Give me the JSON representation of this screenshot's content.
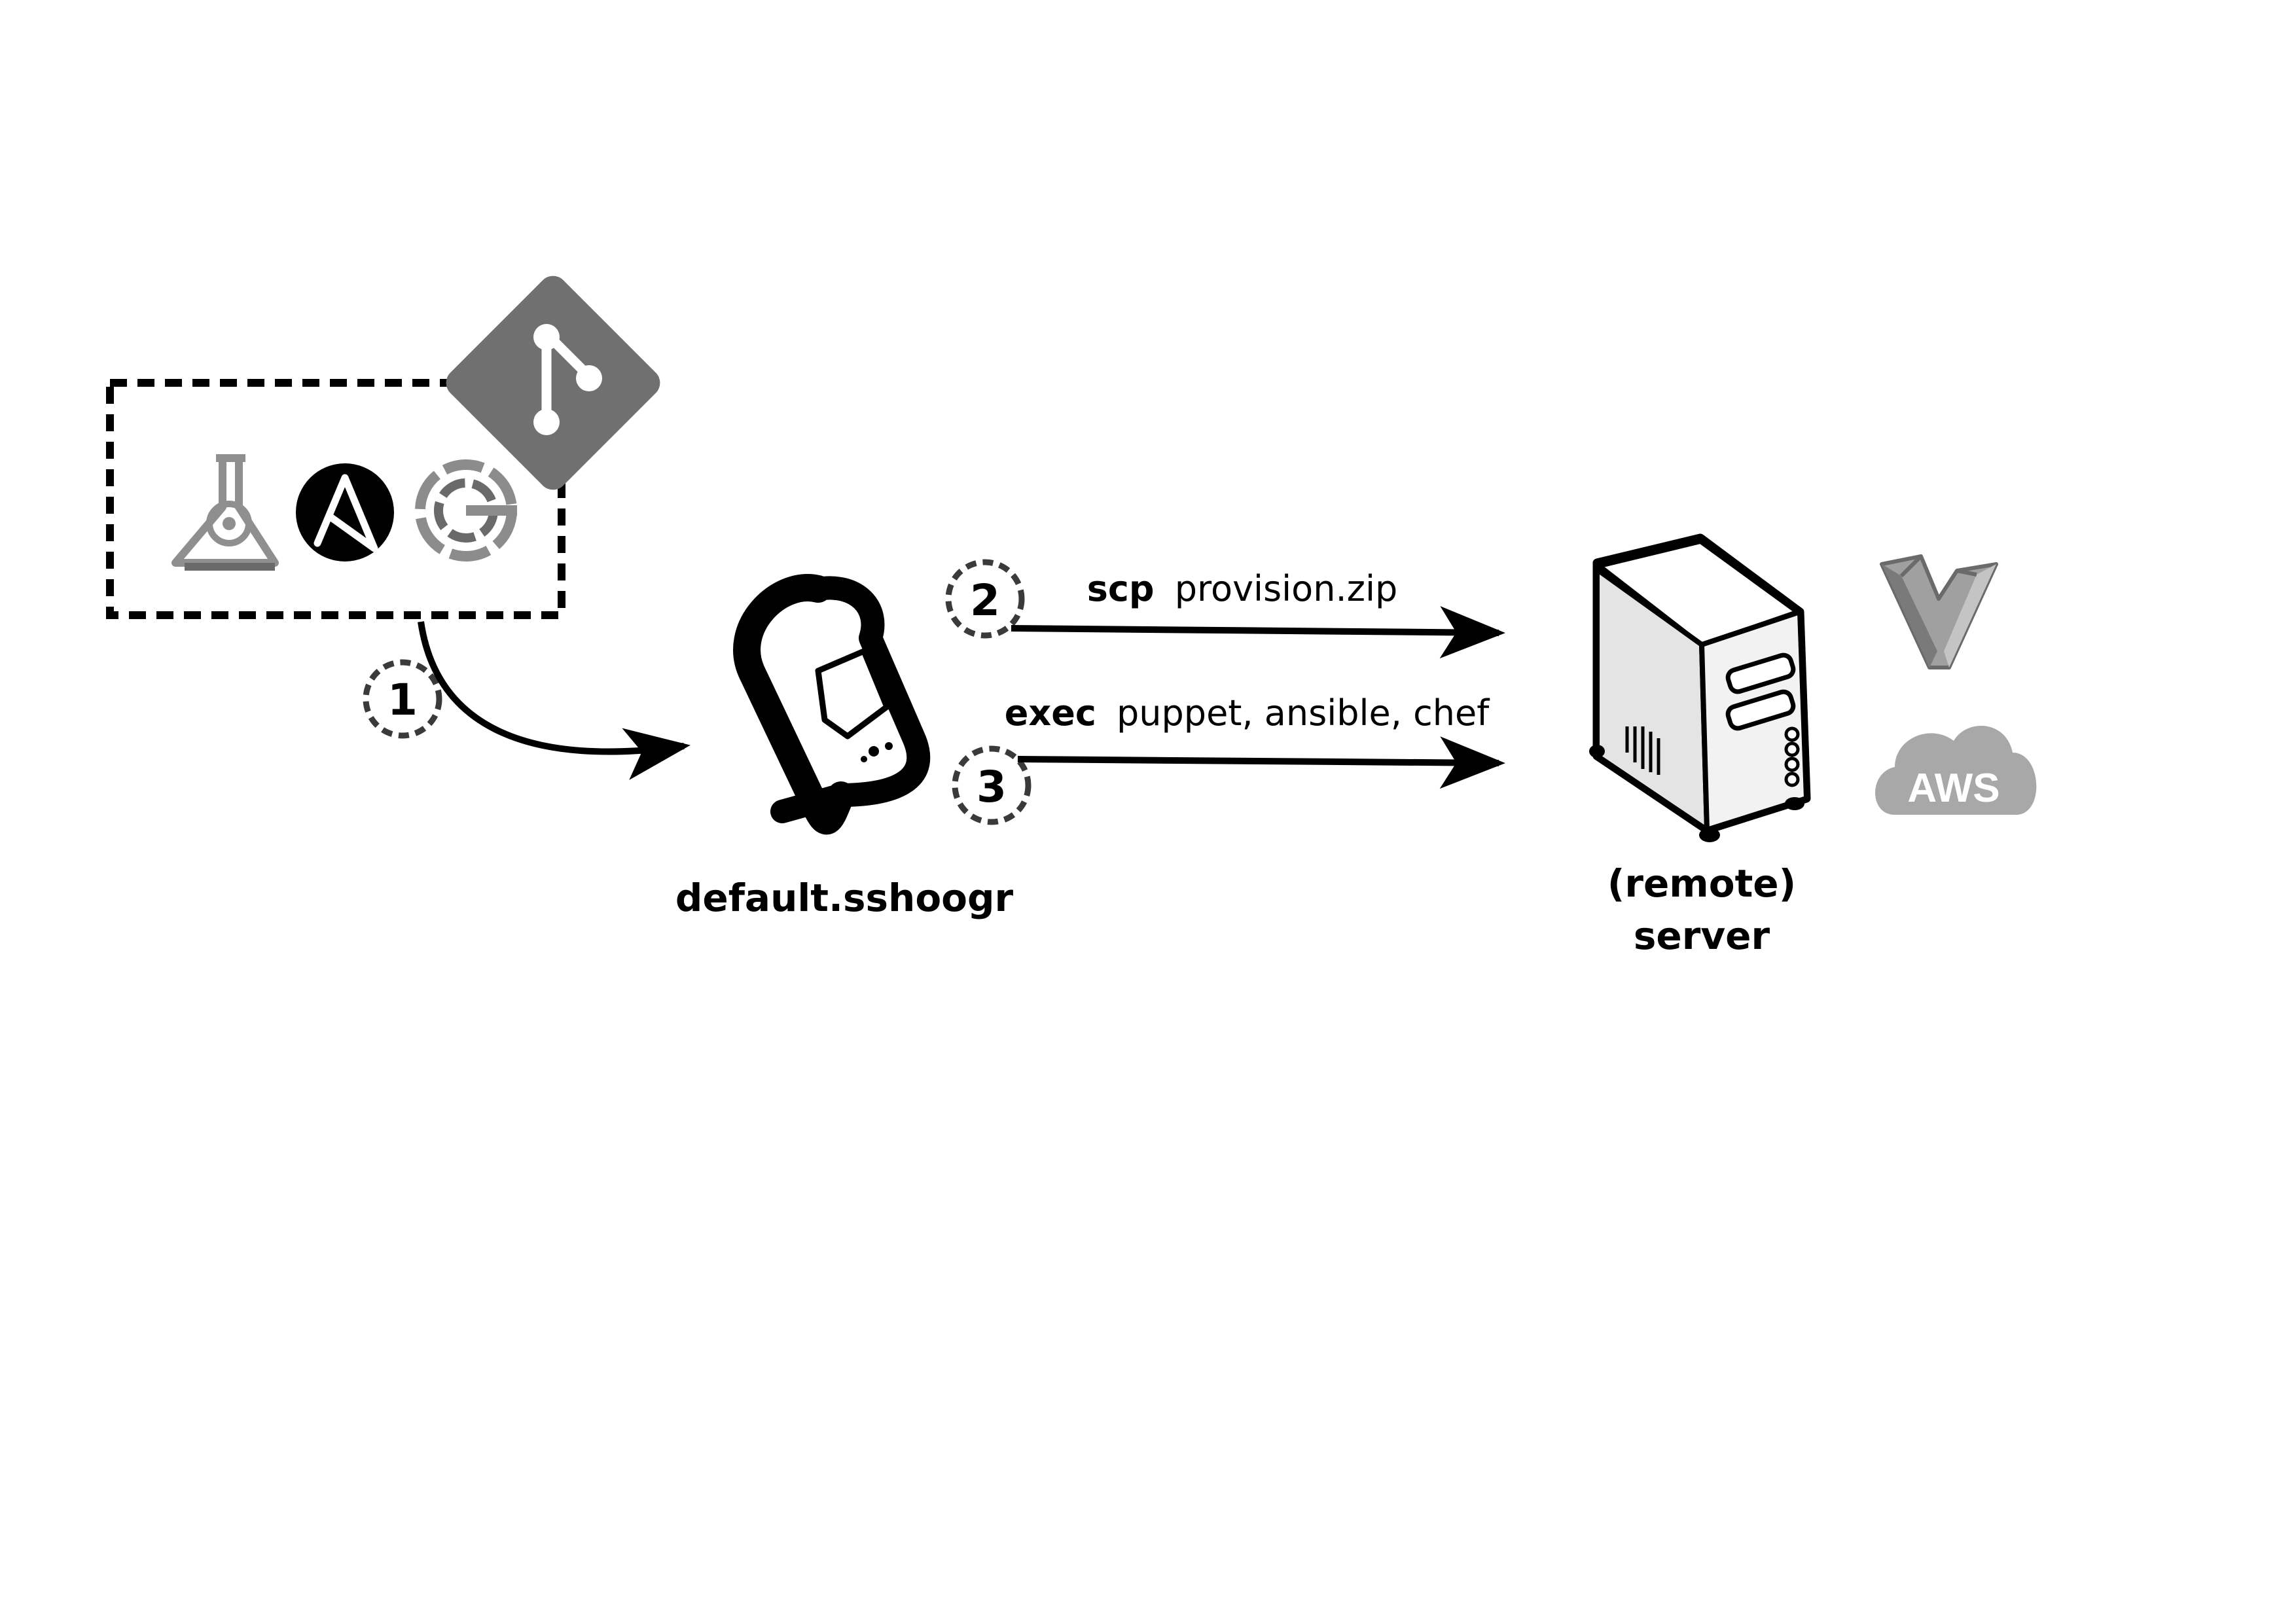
{
  "steps": {
    "one": "1",
    "two": "2",
    "three": "3"
  },
  "script_label": "default.sshoogr",
  "arrows": {
    "scp_cmd": "scp",
    "scp_arg": "provision.zip",
    "exec_cmd": "exec",
    "exec_arg": "puppet, ansible, chef"
  },
  "server": {
    "line1": "(remote)",
    "line2": "server"
  },
  "cloud_label": "AWS",
  "icons": {
    "repo": "git-icon",
    "provisioners": [
      "chef-flask-icon",
      "ansible-icon",
      "puppet-ring-icon"
    ],
    "script": "scroll-icon",
    "server": "server-tower-icon",
    "vagrant": "vagrant-icon",
    "cloud": "aws-cloud-icon"
  },
  "colors": {
    "ink": "#000000",
    "gray": "#707070",
    "light_gray": "#a8a8a8",
    "dash_ring": "#3a3a3a"
  }
}
